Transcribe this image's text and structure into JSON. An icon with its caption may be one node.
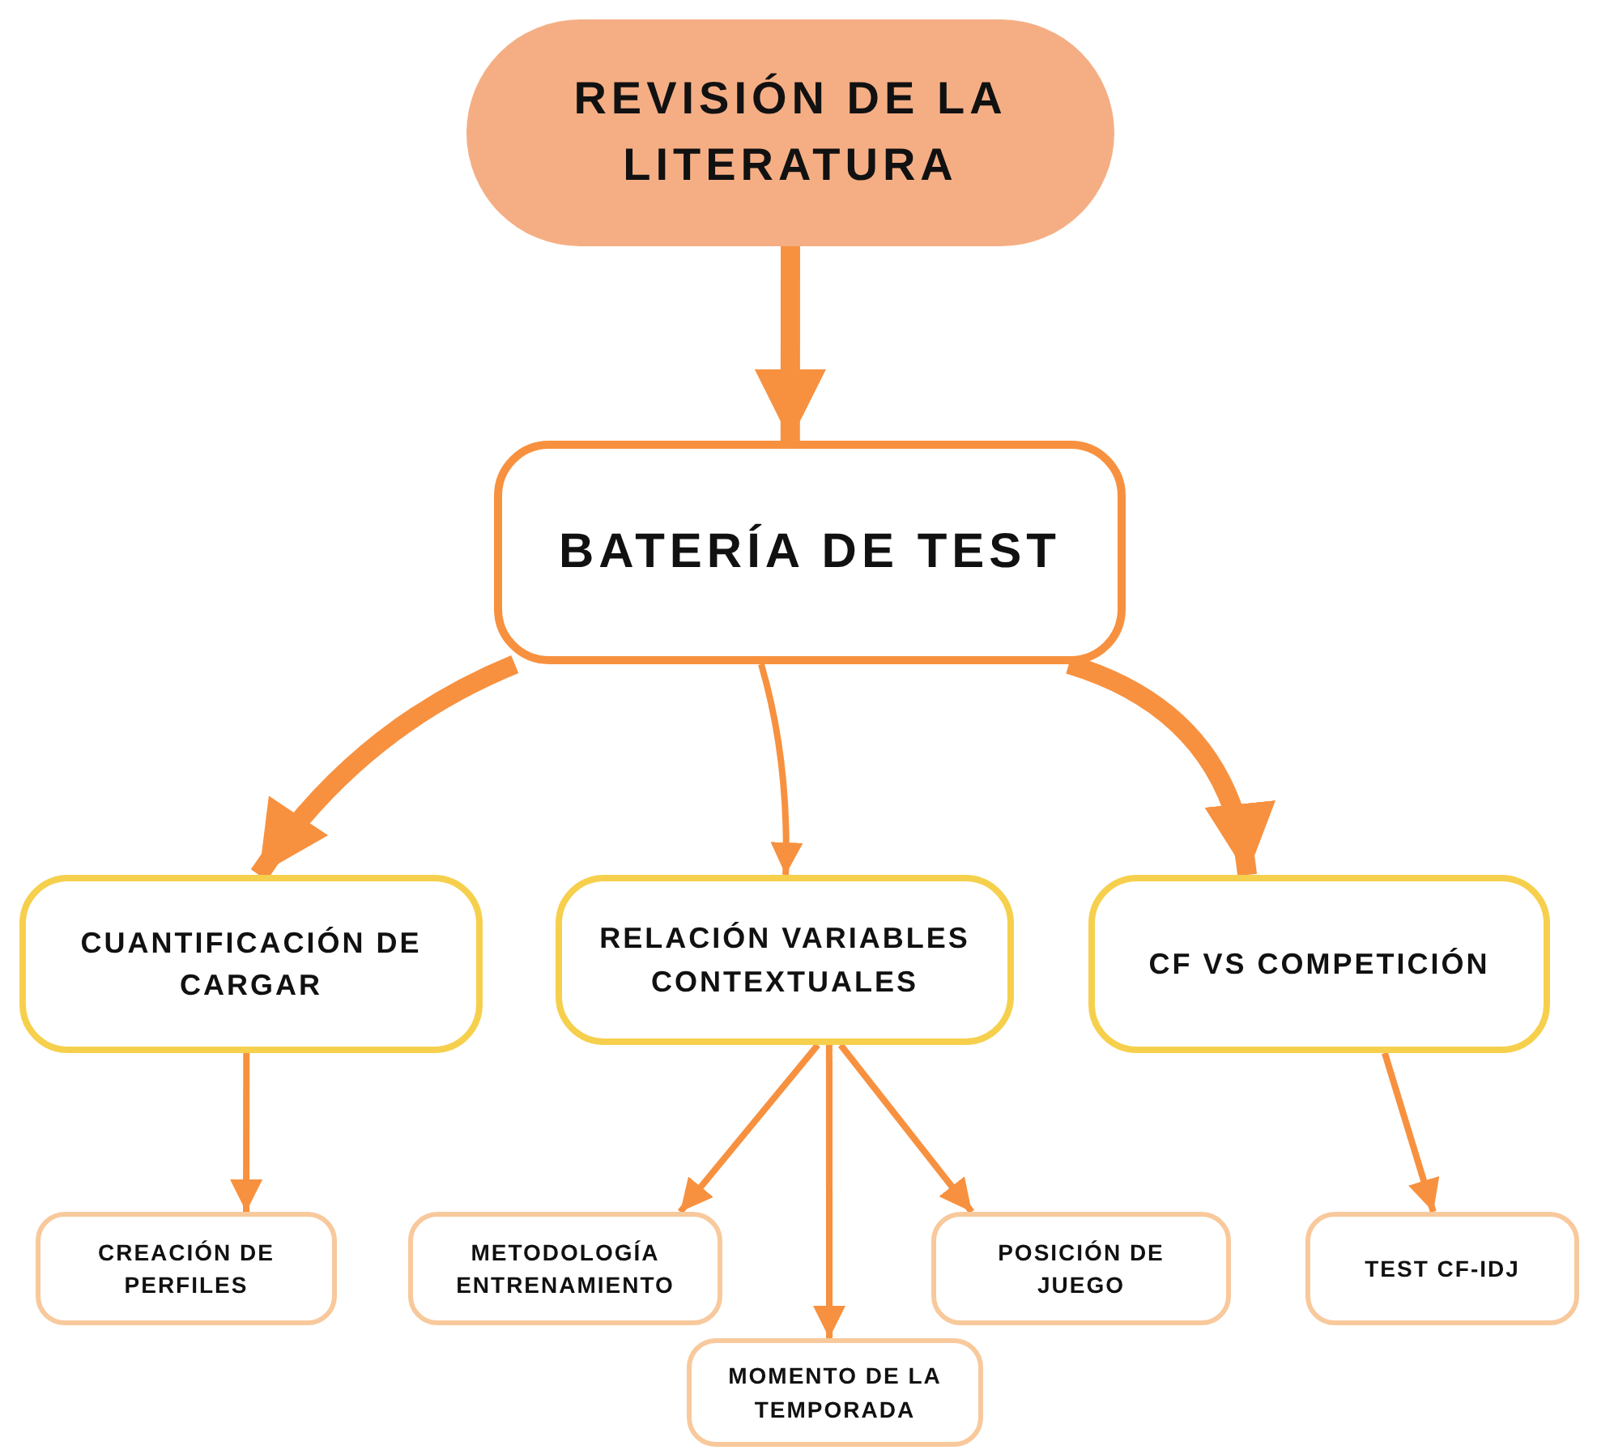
{
  "diagram": {
    "nodes": [
      {
        "text": [
          "REVISIÓN DE LA LITERATURA"
        ]
      },
      {
        "text": [
          "BATERÍA DE TEST"
        ]
      },
      {
        "text": [
          "CUANTIFICACIÓN DE CARGAR"
        ]
      },
      {
        "text": [
          "RELACIÓN VARIABLES CONTEXTUALES"
        ]
      },
      {
        "text": [
          "CF VS COMPETICIÓN"
        ]
      },
      {
        "text": [
          "CREACIÓN DE PERFILES"
        ]
      },
      {
        "text": [
          "METODOLOGÍA ENTRENAMIENTO"
        ]
      },
      {
        "text": [
          "POSICIÓN DE JUEGO"
        ]
      },
      {
        "text": [
          "TEST CF-IDJ"
        ]
      },
      {
        "text": [
          "MOMENTO DE LA TEMPORADA"
        ]
      }
    ],
    "edges": [
      {
        "from": 0,
        "to": 1,
        "arrow": "to",
        "style": "thick"
      },
      {
        "from": 1,
        "to": 2,
        "arrow": "to",
        "style": "thick"
      },
      {
        "from": 1,
        "to": 3,
        "arrow": "to"
      },
      {
        "from": 1,
        "to": 4,
        "arrow": "to",
        "style": "thick"
      },
      {
        "from": 2,
        "to": 5,
        "arrow": "to"
      },
      {
        "from": 3,
        "to": 6,
        "arrow": "to"
      },
      {
        "from": 3,
        "to": 9,
        "arrow": "to"
      },
      {
        "from": 3,
        "to": 7,
        "arrow": "to"
      },
      {
        "from": 4,
        "to": 8,
        "arrow": "to"
      }
    ]
  }
}
